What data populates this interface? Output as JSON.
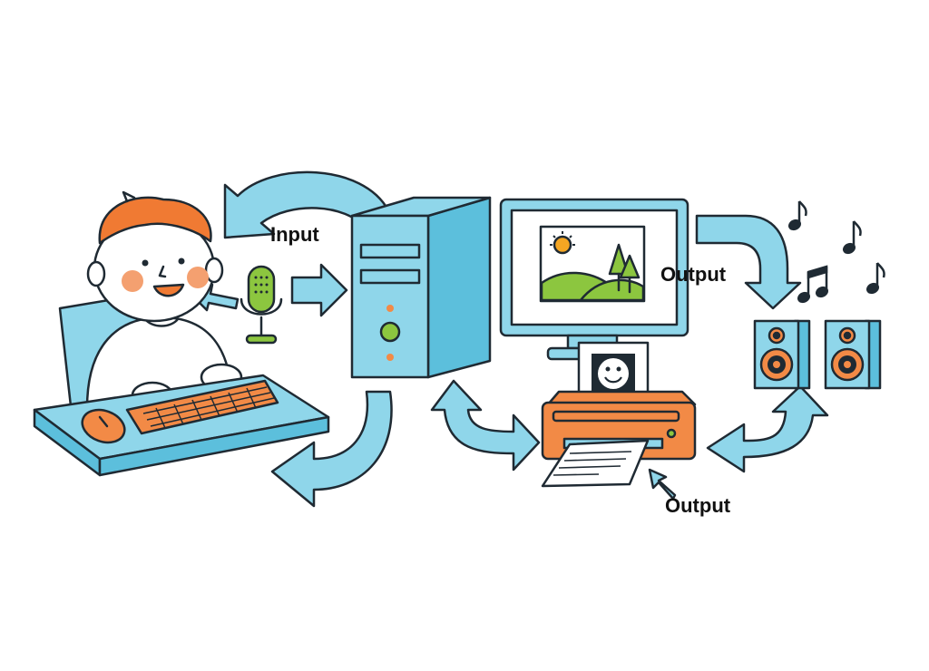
{
  "labels": {
    "input": "Input",
    "output_monitor": "Output",
    "output_printer": "Output"
  },
  "colors": {
    "outline": "#1f2a33",
    "blue": "#8fd6ea",
    "blue_dark": "#5cbfdc",
    "orange": "#f28a46",
    "green": "#8cc63f",
    "skin": "#ffffff",
    "hair": "#f07a33",
    "cheek": "#f4a070",
    "sun": "#f5a623"
  },
  "icons": [
    "person-icon",
    "microphone-icon",
    "keyboard-icon",
    "mouse-icon",
    "computer-tower-icon",
    "monitor-icon",
    "landscape-image-icon",
    "printer-icon",
    "smiley-photo-icon",
    "speaker-icon",
    "music-note-icon"
  ]
}
